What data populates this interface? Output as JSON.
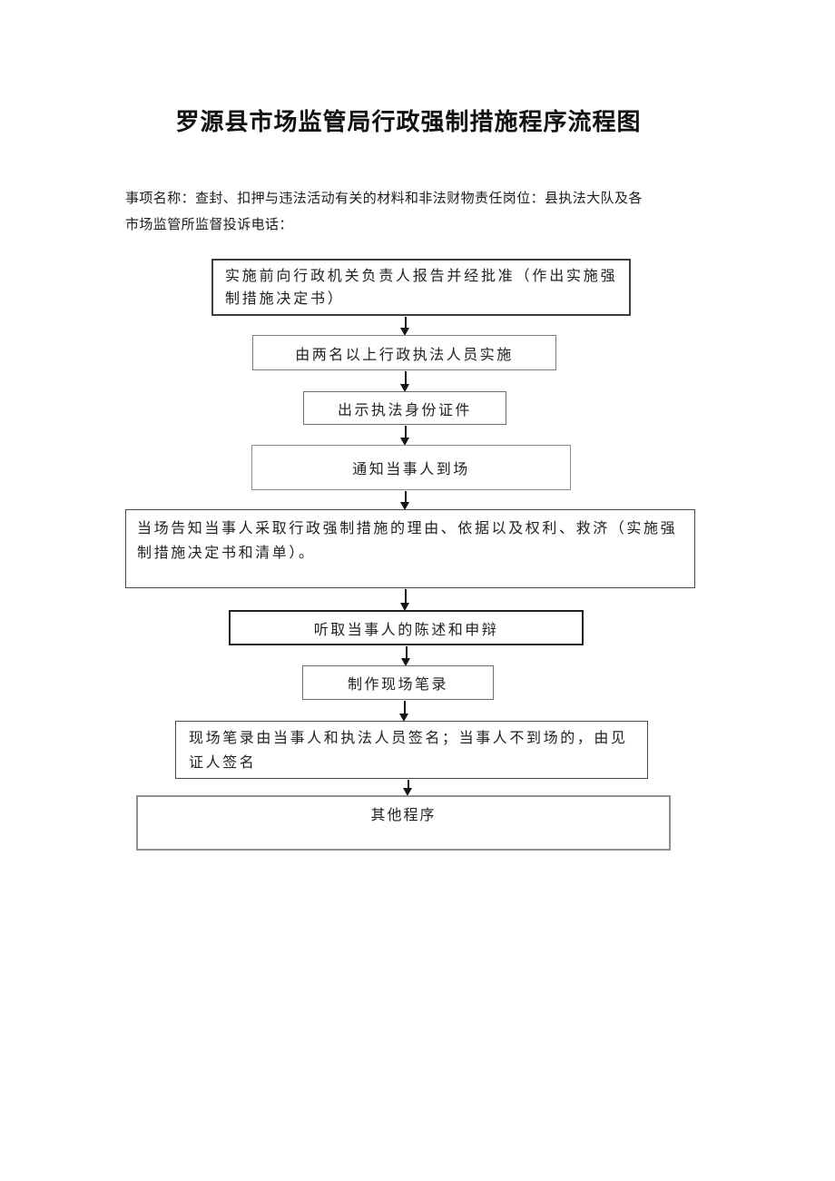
{
  "colors": {
    "page_background": "#ffffff",
    "text": "#1c1c1c",
    "box_border_dark": "#3d3d3d",
    "box_border_light": "#7a7a7a",
    "emphasis_border": "#202020",
    "arrow": "#151515"
  },
  "document": {
    "title": "罗源县市场监管局行政强制措施程序流程图",
    "intro_lines": [
      "事项名称：查封、扣押与违法活动有关的材料和非法财物责任岗位：县执法大队及各",
      "市场监管所监督投诉电话："
    ]
  },
  "flowchart": {
    "boxes": [
      {
        "id": "report-and-approval",
        "lines": [
          "实施前向行政机关负责人报告并经批准（作出实施强",
          "制措施决定书）"
        ]
      },
      {
        "id": "two-enforcement-officers",
        "lines": [
          "由两名以上行政执法人员实施"
        ]
      },
      {
        "id": "show-credentials",
        "lines": [
          "出示执法身份证件"
        ]
      },
      {
        "id": "notify-party",
        "lines": [
          "通知当事人到场"
        ]
      },
      {
        "id": "inform-reasons-rights",
        "lines": [
          "当场告知当事人采取行政强制措施的理由、依据以及权利、救济（实施强",
          "制措施决定书和清单）。"
        ]
      },
      {
        "id": "hear-statement-defense",
        "lines": [
          "听取当事人的陈述和申辩"
        ]
      },
      {
        "id": "make-onsite-record",
        "lines": [
          "制作现场笔录"
        ]
      },
      {
        "id": "sign-record",
        "lines": [
          "现场笔录由当事人和执法人员签名；当事人不到场的，由见",
          "证人签名"
        ]
      },
      {
        "id": "other-procedures",
        "lines": [
          "其他程序"
        ]
      }
    ]
  }
}
